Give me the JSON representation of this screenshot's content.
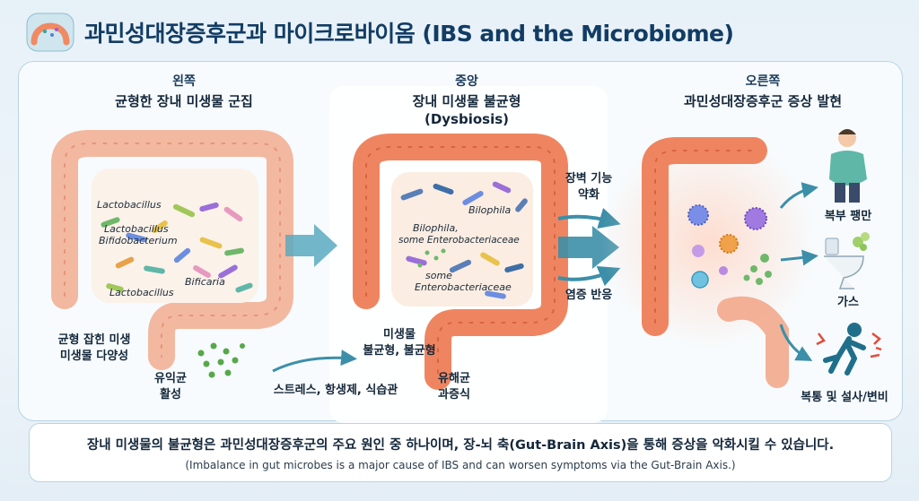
{
  "title": "과민성대장증후군과 마이크로바이옴 (IBS and the Microbiome)",
  "left": {
    "position": "왼쪽",
    "heading": "균형한 장내 미생물 군집",
    "bacteria": [
      "Lactobacillus",
      "Lactobacillus",
      "Bifidobacterium",
      "Lactobacillus",
      "Bificaria"
    ],
    "label_balance_line1": "균형 잡힌 미생",
    "label_balance_line2": "미생물 다양성",
    "label_probiotic_line1": "유익균",
    "label_probiotic_line2": "활성"
  },
  "center": {
    "position": "중앙",
    "heading": "장내 미생물 불균형",
    "subheading": "(Dysbiosis)",
    "bacteria": [
      "Bilophila",
      "Bilophila,",
      "some Enterobacteriaceae",
      "some",
      "Enterobacteriaceae"
    ],
    "label_imbalance_line1": "미생물",
    "label_imbalance_line2": "불균형, 불균형",
    "label_stress": "스트레스, 항생제, 식습관",
    "label_harmful_line1": "유해균",
    "label_harmful_line2": "과증식"
  },
  "middle_labels": {
    "barrier_line1": "장벽 기능",
    "barrier_line2": "약화",
    "inflammation": "염증 반응"
  },
  "right": {
    "position": "오른쪽",
    "heading": "과민성대장증후군 증상 발현",
    "symptoms": [
      "복부 팽만",
      "가스",
      "복통 및 설사/변비"
    ]
  },
  "footer": {
    "korean": "장내 미생물의 불균형은 과민성대장증후군의 주요 원인 중 하나이며, 장-뇌 축(Gut-Brain Axis)을 통해 증상을 악화시킬 수 있습니다.",
    "english": "(Imbalance in gut microbes is a major cause of IBS and can worsen symptoms via the Gut-Brain Axis.)"
  },
  "colors": {
    "title": "#123c63",
    "intestine_healthy": "#f3b8a0",
    "intestine_inflamed": "#ef8560",
    "arrow": "#3c8fa8",
    "person_shirt": "#5fb7a8",
    "runner": "#1f6f8b",
    "pain_burst": "#e24b3b"
  },
  "icons": [
    "intestine-logo-icon",
    "bloated-person-icon",
    "toilet-gas-icon",
    "running-pain-icon",
    "arrow-right-icon",
    "probiotic-dots-icon"
  ]
}
